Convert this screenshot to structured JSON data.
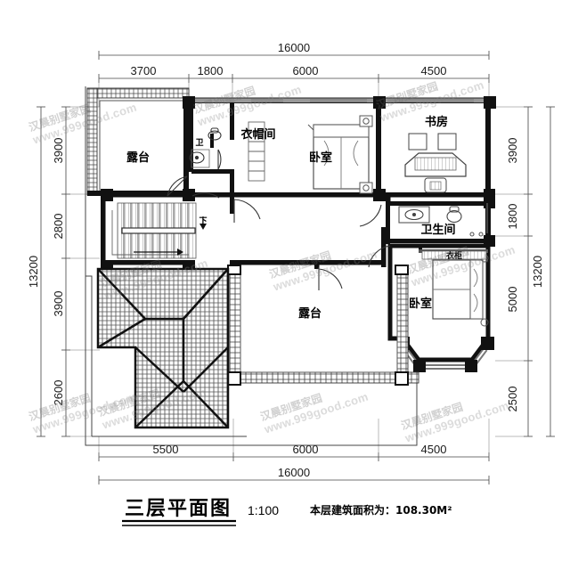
{
  "drawing": {
    "title": "三层平面图",
    "scale": "1:100",
    "area_note": "本层建筑面积为：108.30M²",
    "stair_direction_mark": "下"
  },
  "watermark": {
    "line1": "汉晨别墅家园",
    "line2": "www.999good.com"
  },
  "dimensions": {
    "top": {
      "total": "16000",
      "segments": [
        "3700",
        "1800",
        "6000",
        "4500"
      ]
    },
    "bottom": {
      "total": "16000",
      "segments": [
        "5500",
        "6000",
        "4500"
      ]
    },
    "left": {
      "total": "13200",
      "segments": [
        "3900",
        "2800",
        "3900",
        "2600"
      ]
    },
    "right": {
      "total": "13200",
      "segments": [
        "3900",
        "1800",
        "5000",
        "2500"
      ]
    }
  },
  "rooms": [
    {
      "id": "terrace-upper-left",
      "label": "露台"
    },
    {
      "id": "small-bath",
      "label": "卫"
    },
    {
      "id": "walk-in-closet",
      "label": "衣帽间"
    },
    {
      "id": "bedroom-main",
      "label": "卧室"
    },
    {
      "id": "study",
      "label": "书房"
    },
    {
      "id": "bathroom",
      "label": "卫生间"
    },
    {
      "id": "bedroom-right",
      "label": "卧室"
    },
    {
      "id": "terrace-center",
      "label": "露台"
    }
  ],
  "colors": {
    "line": "#000000",
    "dimension_line": "#555555",
    "wall_fill": "#1a1a1a",
    "hatch": "#4a4a4a",
    "roof": "#3a3a3a",
    "background": "#ffffff"
  }
}
